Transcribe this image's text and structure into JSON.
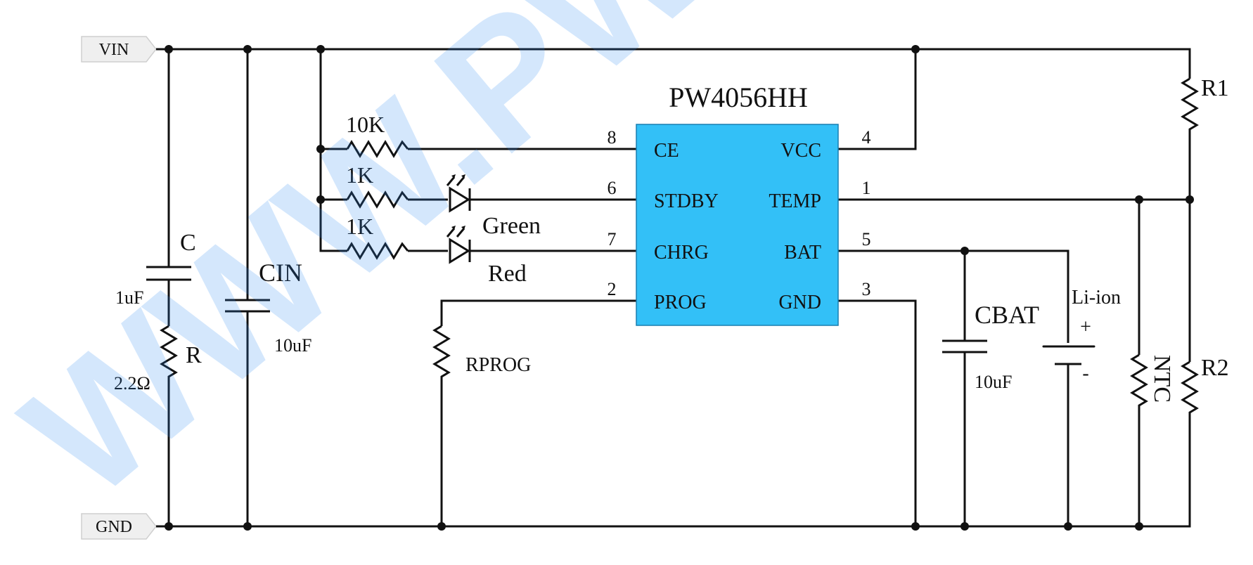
{
  "ports": {
    "vin": "VIN",
    "gnd": "GND"
  },
  "ic": {
    "name": "PW4056HH",
    "fill_color": "#33c0f7",
    "pins": [
      {
        "number": "8",
        "name": "CE"
      },
      {
        "number": "6",
        "name": "STDBY"
      },
      {
        "number": "7",
        "name": "CHRG"
      },
      {
        "number": "2",
        "name": "PROG"
      },
      {
        "number": "4",
        "name": "VCC"
      },
      {
        "number": "1",
        "name": "TEMP"
      },
      {
        "number": "5",
        "name": "BAT"
      },
      {
        "number": "3",
        "name": "GND"
      }
    ]
  },
  "components": {
    "c": {
      "name": "C",
      "value": "1uF"
    },
    "r": {
      "name": "R",
      "value": "2.2Ω"
    },
    "cin": {
      "name": "CIN",
      "value": "10uF"
    },
    "r_ce": {
      "value": "10K"
    },
    "r_stdby": {
      "value": "1K"
    },
    "r_chrg": {
      "value": "1K"
    },
    "led_green": {
      "label": "Green"
    },
    "led_red": {
      "label": "Red"
    },
    "rprog": {
      "name": "RPROG"
    },
    "cbat": {
      "name": "CBAT",
      "value": "10uF"
    },
    "battery": {
      "name": "Li-ion",
      "plus": "+",
      "minus": "-"
    },
    "r1": {
      "name": "R1"
    },
    "r2": {
      "name": "R2"
    },
    "ntc": {
      "name": "NTC"
    }
  },
  "watermark": {
    "text": "WWW.PWCHIP",
    "color": "#2c8cf4"
  }
}
